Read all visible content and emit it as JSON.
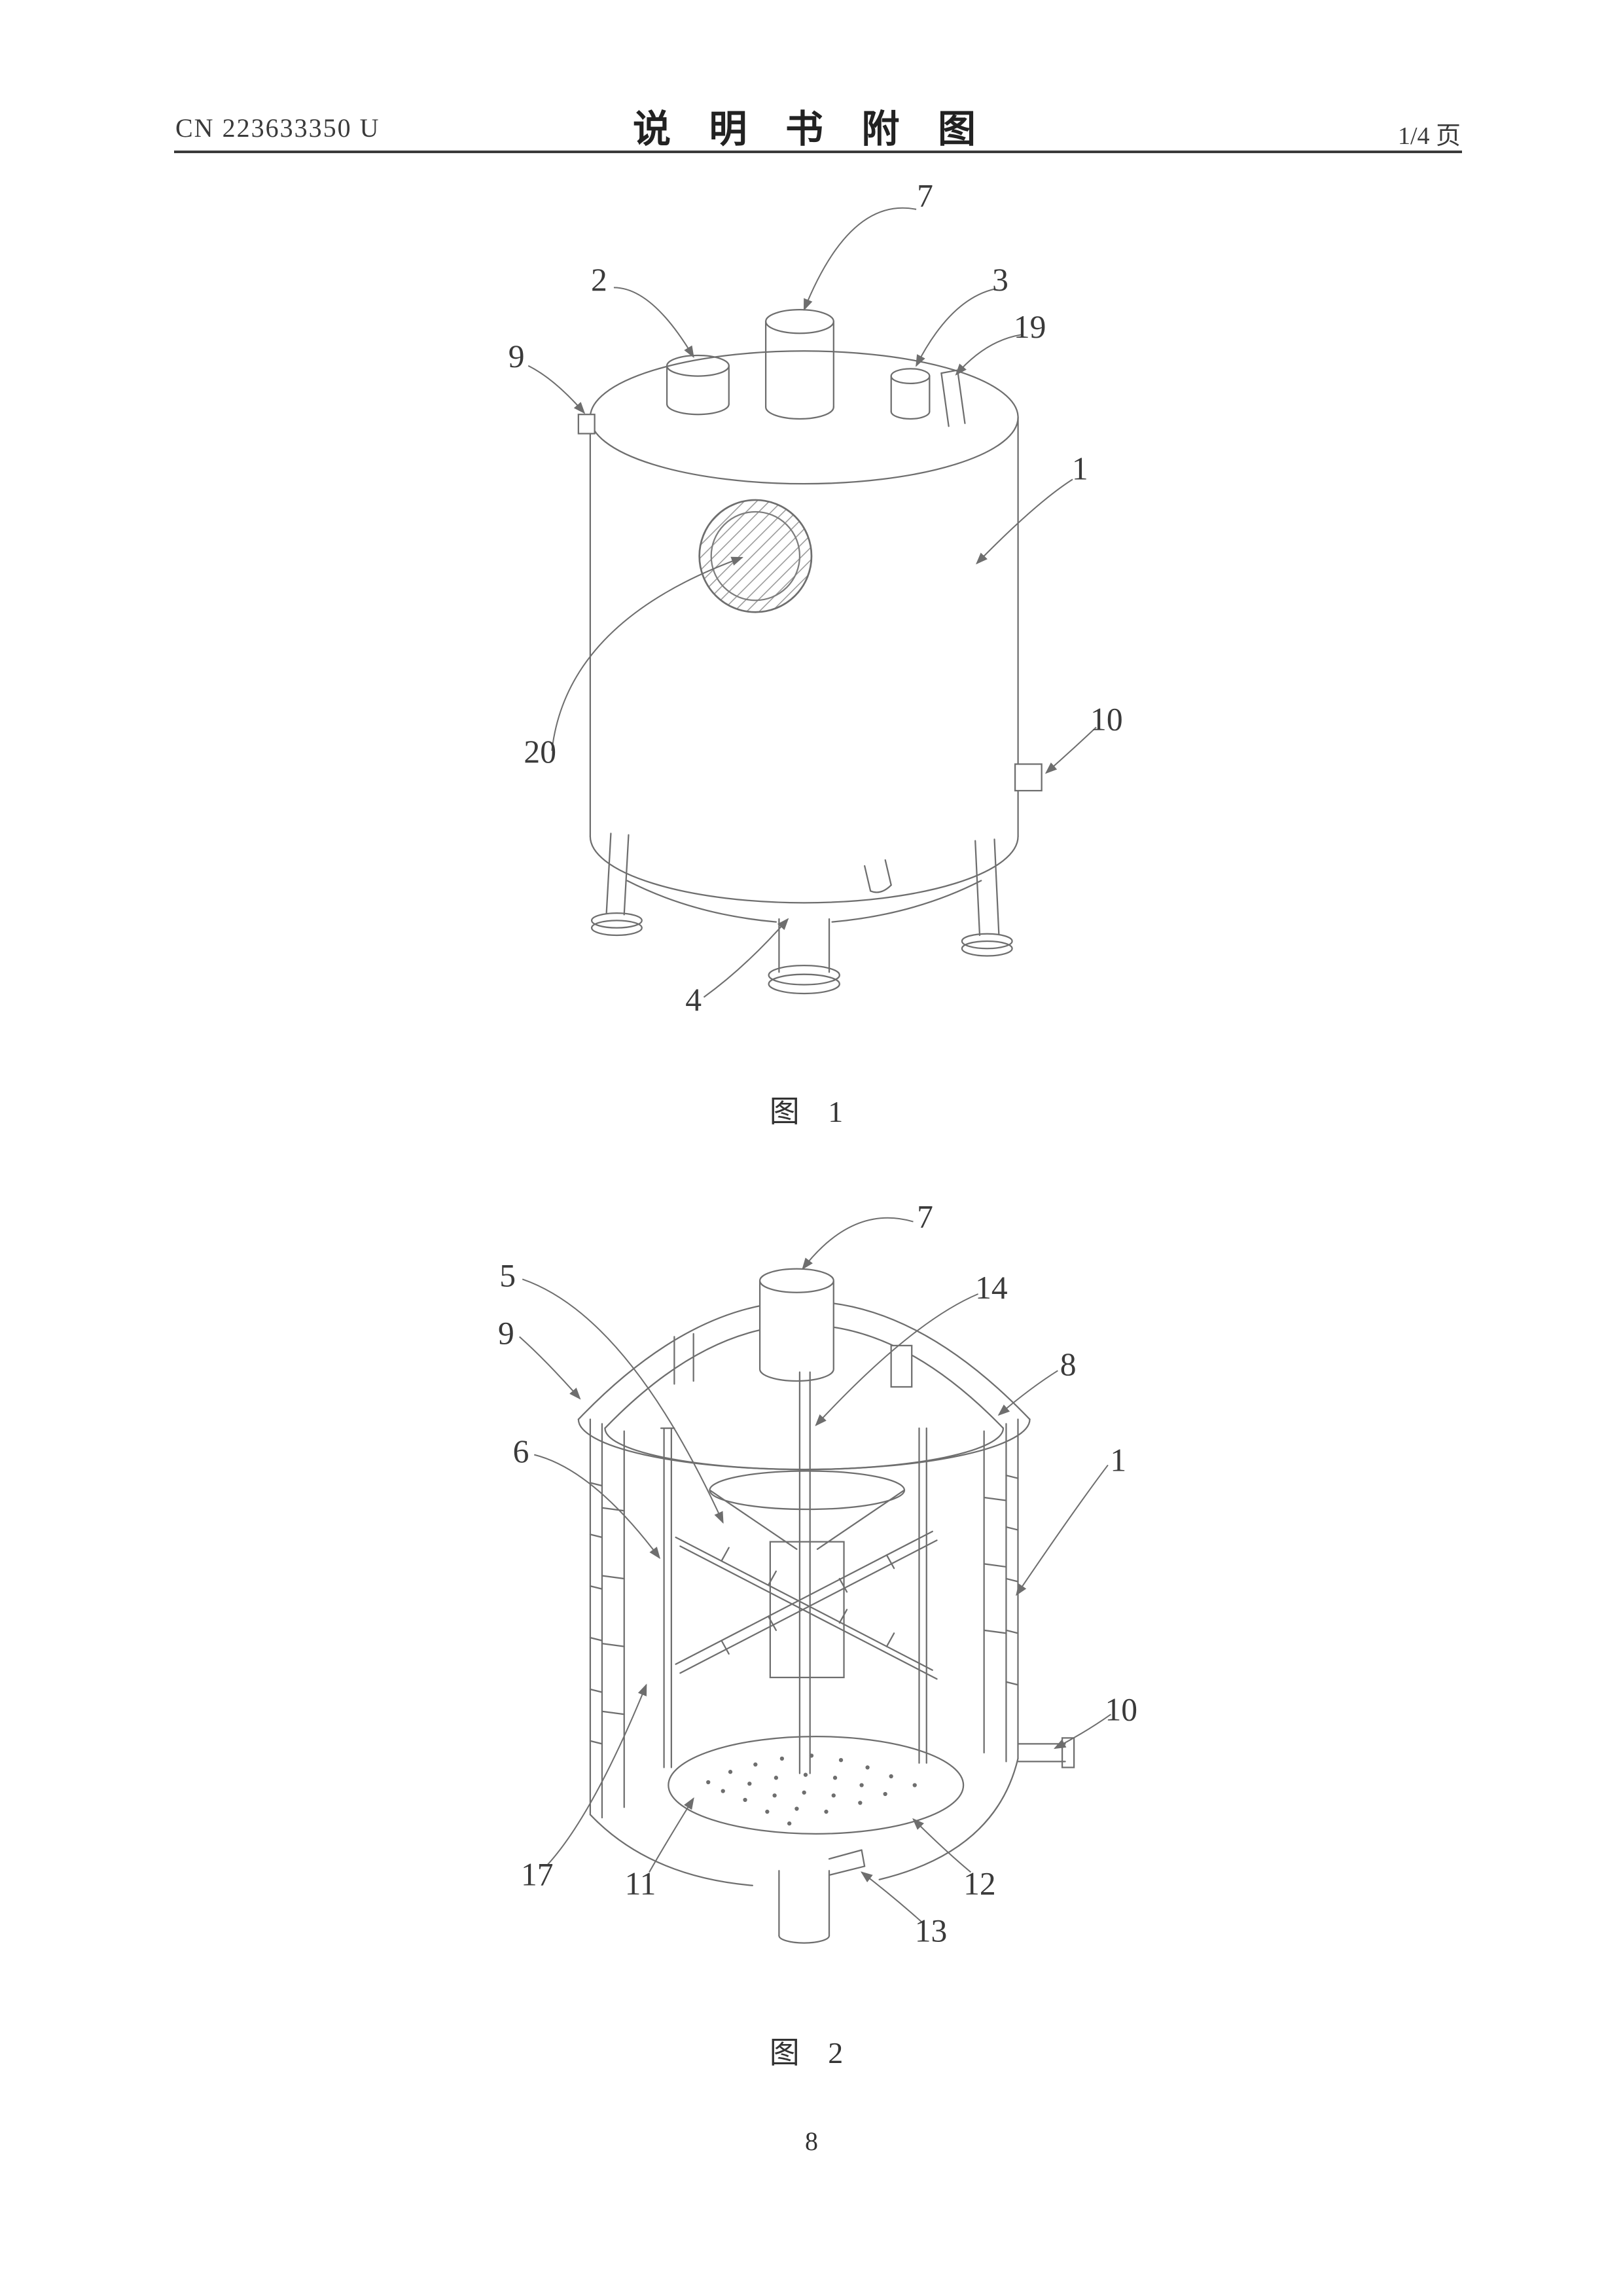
{
  "header": {
    "patent_number": "CN 223633350 U",
    "title": "说 明 书 附 图",
    "page_indicator": "1/4 页"
  },
  "figures": {
    "fig1": {
      "caption": "图 1",
      "labels": [
        "7",
        "2",
        "3",
        "19",
        "9",
        "1",
        "10",
        "20",
        "4"
      ]
    },
    "fig2": {
      "caption": "图 2",
      "labels": [
        "7",
        "5",
        "14",
        "9",
        "8",
        "6",
        "1",
        "10",
        "17",
        "11",
        "12",
        "13"
      ]
    }
  },
  "footer": {
    "page_number": "8"
  },
  "colors": {
    "background": "#ffffff",
    "ink": "#333333",
    "drawing_line": "#6e6e6e"
  }
}
